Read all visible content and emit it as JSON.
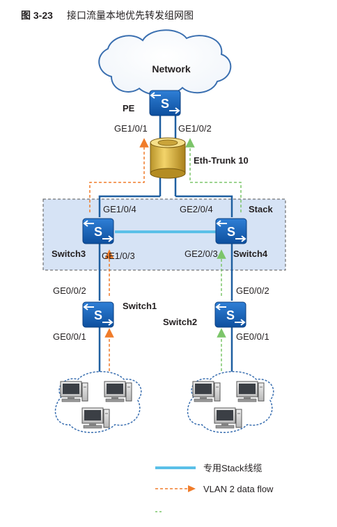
{
  "figure": {
    "number": "图 3-23",
    "caption": "接口流量本地优先转发组网图"
  },
  "cloud": {
    "label": "Network"
  },
  "devices": {
    "pe": {
      "label": "PE"
    },
    "switch3": {
      "label": "Switch3"
    },
    "switch4": {
      "label": "Switch4"
    },
    "switch1": {
      "label": "Switch1"
    },
    "switch2": {
      "label": "Switch2"
    }
  },
  "switch_glyph": "S",
  "trunk": {
    "label": "Eth-Trunk 10"
  },
  "stack": {
    "label": "Stack"
  },
  "ports": {
    "pe_left": "GE1/0/1",
    "pe_right": "GE1/0/2",
    "sw3_up": "GE1/0/4",
    "sw4_up": "GE2/0/4",
    "sw3_down": "GE1/0/3",
    "sw4_down": "GE2/0/3",
    "sw1_up": "GE0/0/2",
    "sw2_up": "GE0/0/2",
    "sw1_down": "GE0/0/1",
    "sw2_down": "GE0/0/1"
  },
  "legend": {
    "stack_cable": "专用Stack线缆",
    "vlan2": "VLAN 2 data flow"
  },
  "colors": {
    "switch_blue": "#1565c0",
    "stack_cable": "#5bc0e8",
    "link": "#1f5fa0",
    "vlan2_flow": "#f07c2a",
    "vlan3_flow": "#7cc56a",
    "stack_fill": "#d6e3f5"
  },
  "icons": [
    "cloud-icon",
    "switch-icon",
    "trunk-cylinder-icon",
    "pc-icon",
    "arrow-icon"
  ]
}
